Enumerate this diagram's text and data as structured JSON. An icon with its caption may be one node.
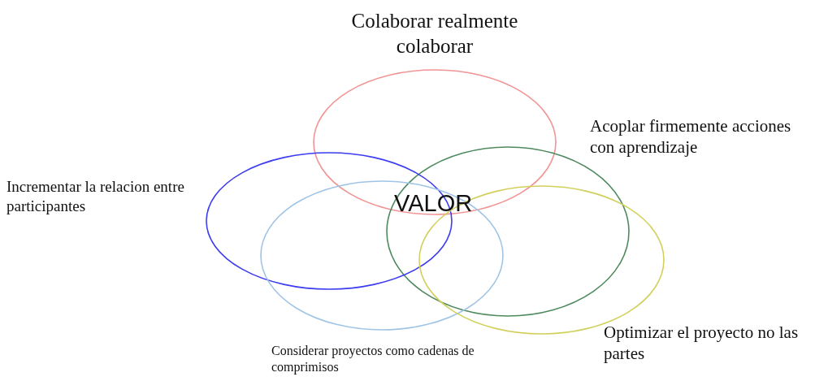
{
  "diagram": {
    "nodes": [
      {
        "text": [
          "Colaborar realmente colaborar"
        ]
      },
      {
        "text": [
          "Acoplar firmemente acciones con aprendizaje"
        ]
      },
      {
        "text": [
          "Incrementar la relacion entre participantes"
        ]
      },
      {
        "text": [
          "Considerar proyectos como cadenas de comprimisos"
        ]
      },
      {
        "text": [
          "Optimizar el proyecto no las partes"
        ]
      }
    ],
    "labels": [
      "VALOR"
    ]
  }
}
